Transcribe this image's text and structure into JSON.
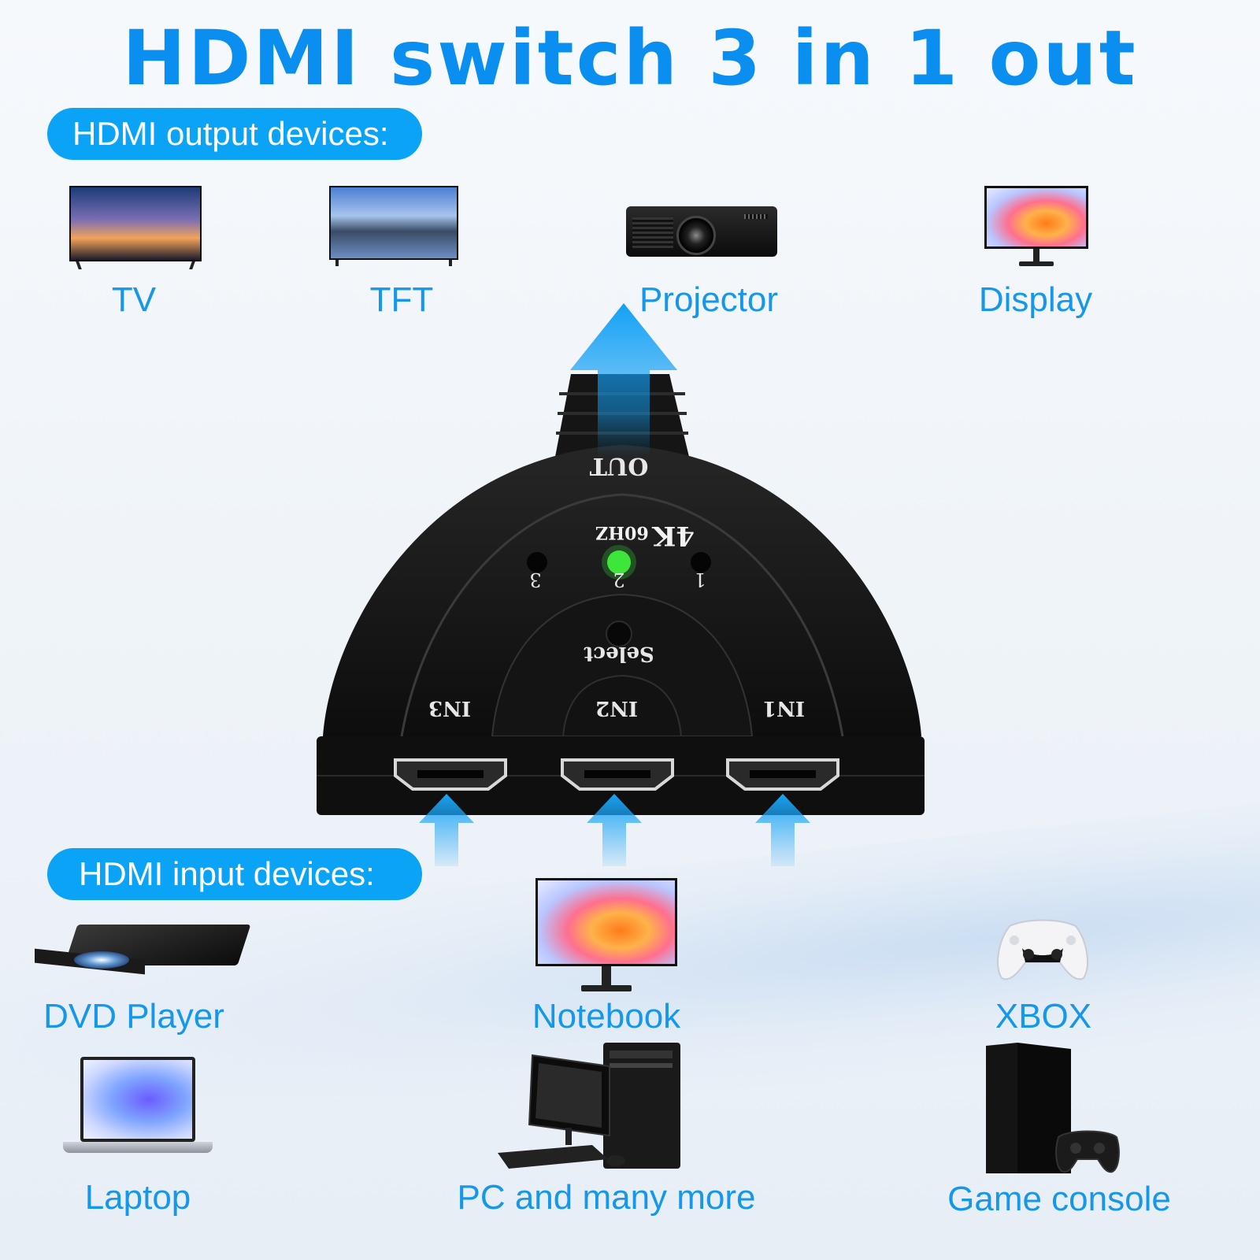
{
  "title": "HDMI switch 3 in 1 out",
  "output_section": {
    "heading": "HDMI output devices:",
    "devices": [
      {
        "label": "TV",
        "icon": "tv-icon"
      },
      {
        "label": "TFT",
        "icon": "tft-monitor-icon"
      },
      {
        "label": "Projector",
        "icon": "projector-icon"
      },
      {
        "label": "Display",
        "icon": "display-monitor-icon"
      }
    ]
  },
  "switch": {
    "out_label": "OUT",
    "resolution": "4K",
    "refresh": "60HZ",
    "leds": [
      "3",
      "2",
      "1"
    ],
    "active_led": "2",
    "select_label": "Select",
    "ports": [
      "IN3",
      "IN2",
      "IN1"
    ],
    "led_color": "#3ee63a",
    "body_color": "#1a1a1a"
  },
  "input_section": {
    "heading": "HDMI input devices:",
    "devices": [
      {
        "label": "DVD Player",
        "icon": "dvd-player-icon"
      },
      {
        "label": "Notebook",
        "icon": "notebook-monitor-icon"
      },
      {
        "label": "XBOX",
        "icon": "game-controller-icon"
      },
      {
        "label": "Laptop",
        "icon": "laptop-icon"
      },
      {
        "label": "PC and many more",
        "icon": "desktop-pc-icon"
      },
      {
        "label": "Game console",
        "icon": "game-console-icon"
      }
    ]
  },
  "colors": {
    "accent": "#0aa3f5",
    "title": "#0a8ef0",
    "label": "#1697ea"
  }
}
